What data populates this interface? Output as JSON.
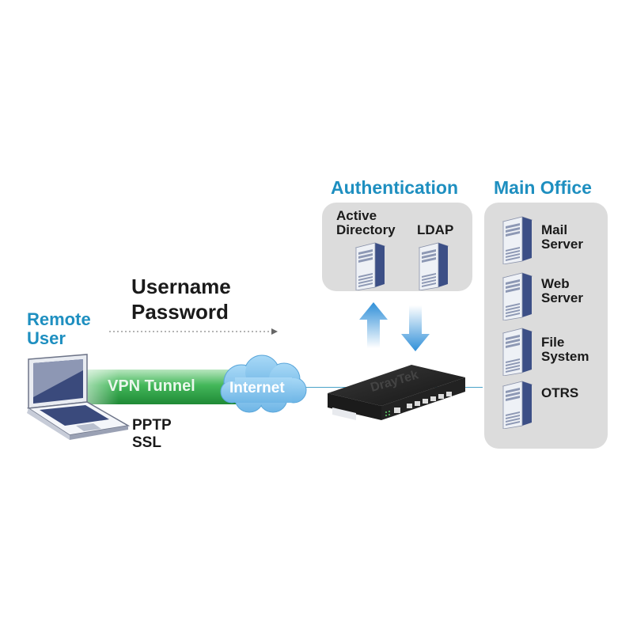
{
  "remote_user": {
    "label_line1": "Remote",
    "label_line2": "User"
  },
  "credentials": {
    "line1": "Username",
    "line2": "Password"
  },
  "tunnel": {
    "label": "VPN Tunnel",
    "protocols": [
      "PPTP",
      "SSL"
    ]
  },
  "internet": {
    "label": "Internet"
  },
  "router": {
    "brand_text": "DrayTek"
  },
  "authentication": {
    "heading": "Authentication",
    "servers": [
      {
        "label_line1": "Active",
        "label_line2": "Directory"
      },
      {
        "label_line1": "LDAP",
        "label_line2": ""
      }
    ]
  },
  "main_office": {
    "heading": "Main Office",
    "servers": [
      {
        "label_line1": "Mail",
        "label_line2": "Server"
      },
      {
        "label_line1": "Web",
        "label_line2": "Server"
      },
      {
        "label_line1": "File",
        "label_line2": "System"
      },
      {
        "label_line1": "OTRS",
        "label_line2": ""
      }
    ]
  },
  "colors": {
    "heading_blue": "#1e8fc0",
    "tunnel_green": "#2e9e44",
    "cloud_blue": "#8ccaf0",
    "arrow_blue": "#2f8fd8",
    "panel_gray": "#dcdcdc",
    "server_navy": "#3c4f86"
  }
}
